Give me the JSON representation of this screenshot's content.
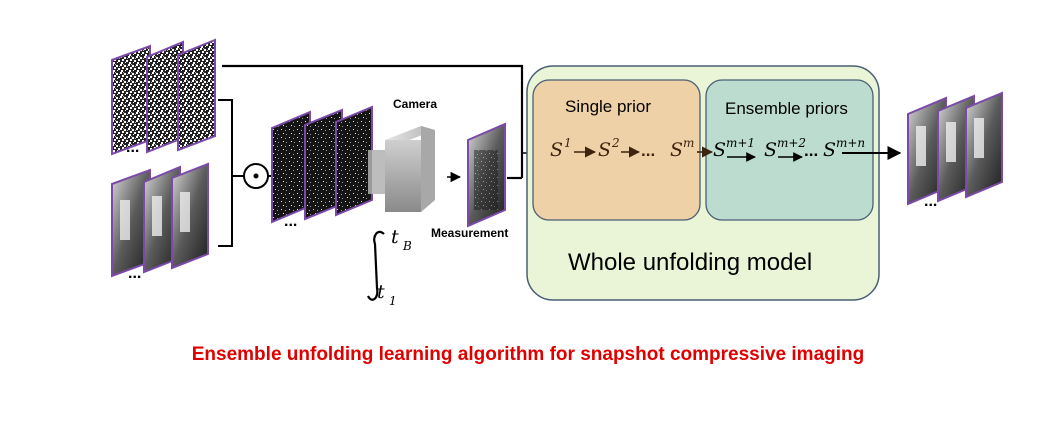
{
  "labels": {
    "camera": "Camera",
    "measurement": "Measurement",
    "single_prior": "Single prior",
    "ensemble_priors": "Ensemble priors",
    "whole_model": "Whole unfolding model",
    "integral_upper": "t",
    "integral_upper_sub": "B",
    "integral_lower": "t",
    "integral_lower_sub": "1",
    "ellipsis": "...",
    "hadamard": "⊙",
    "caption": "Ensemble unfolding learning algorithm for snapshot compressive imaging"
  },
  "stages": {
    "s": "S",
    "s1_sup": "1",
    "s2_sup": "2",
    "sm_sup": "m",
    "sm1_sup": "m+1",
    "sm2_sup": "m+2",
    "smn_sup": "m+n",
    "dots": "..."
  },
  "colors": {
    "single_prior_fill": "#efd1a7",
    "ensemble_fill": "#bcdcd0",
    "whole_fill": "#eaf5d7",
    "frame_border": "#7b4aa8",
    "caption": "#e00000"
  }
}
